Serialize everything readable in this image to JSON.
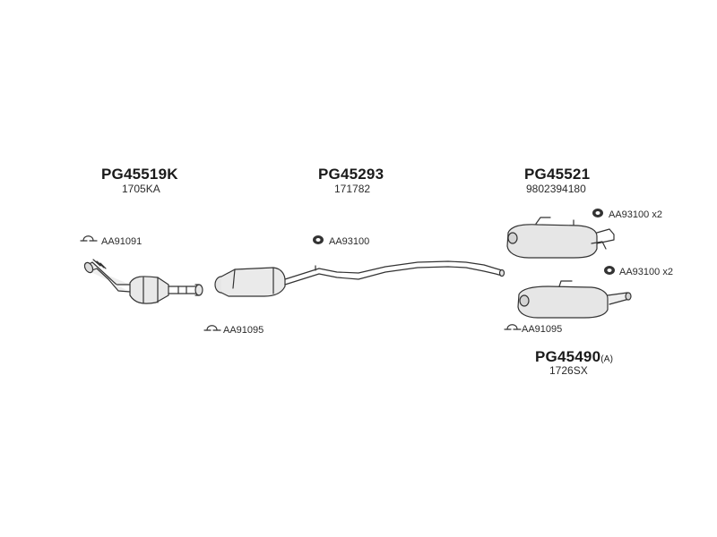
{
  "parts": [
    {
      "code": "PG45519K",
      "oe": "1705KA"
    },
    {
      "code": "PG45293",
      "oe": "171782"
    },
    {
      "code": "PG45521",
      "oe": "9802394180"
    },
    {
      "code": "PG45490",
      "suffix": "(A)",
      "oe": "1726SX"
    }
  ],
  "fittings": [
    {
      "label": "AA91091",
      "icon": "clamp-icon"
    },
    {
      "label": "AA93100",
      "icon": "rubber-mount-icon"
    },
    {
      "label": "AA93100 x2",
      "icon": "rubber-mount-icon"
    },
    {
      "label": "AA93100 x2",
      "icon": "rubber-mount-icon"
    },
    {
      "label": "AA91095",
      "icon": "clamp-icon"
    },
    {
      "label": "AA91095",
      "icon": "clamp-icon"
    }
  ],
  "colors": {
    "line": "#333333",
    "fill": "#e6e6e6",
    "mount": "#333333"
  }
}
